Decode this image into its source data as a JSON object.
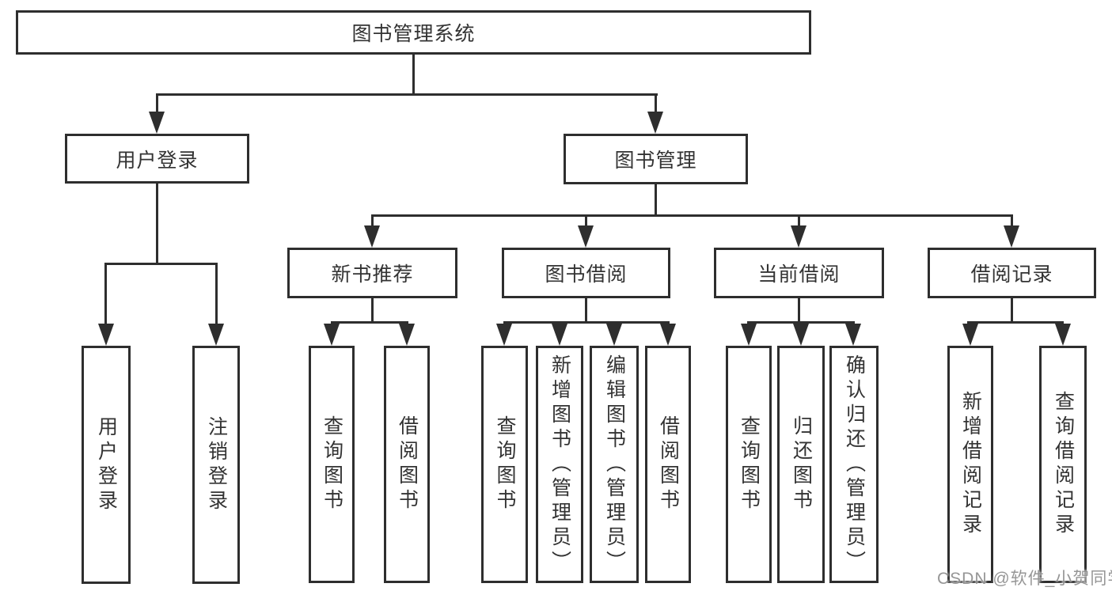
{
  "diagram": {
    "type": "hierarchy-tree",
    "colors": {
      "line": "#2e2e2e",
      "box_border": "#2e2e2e",
      "box_fill": "#ffffff",
      "text": "#333333",
      "watermark": "#848484"
    }
  },
  "hierarchy": {
    "label": "图书管理系统",
    "children": [
      {
        "label": "用户登录",
        "children": [
          {
            "label": "用户登录"
          },
          {
            "label": "注销登录"
          }
        ]
      },
      {
        "label": "图书管理",
        "children": [
          {
            "label": "新书推荐",
            "children": [
              {
                "label": "查询图书"
              },
              {
                "label": "借阅图书"
              }
            ]
          },
          {
            "label": "图书借阅",
            "children": [
              {
                "label": "查询图书"
              },
              {
                "label": "新增图书（管理员）"
              },
              {
                "label": "编辑图书（管理员）"
              },
              {
                "label": "借阅图书"
              }
            ]
          },
          {
            "label": "当前借阅",
            "children": [
              {
                "label": "查询图书"
              },
              {
                "label": "归还图书"
              },
              {
                "label": "确认归还（管理员）"
              }
            ]
          },
          {
            "label": "借阅记录",
            "children": [
              {
                "label": "新增借阅记录"
              },
              {
                "label": "查询借阅记录"
              }
            ]
          }
        ]
      }
    ]
  },
  "watermark": {
    "text": "CSDN @软件_小贺同学"
  }
}
